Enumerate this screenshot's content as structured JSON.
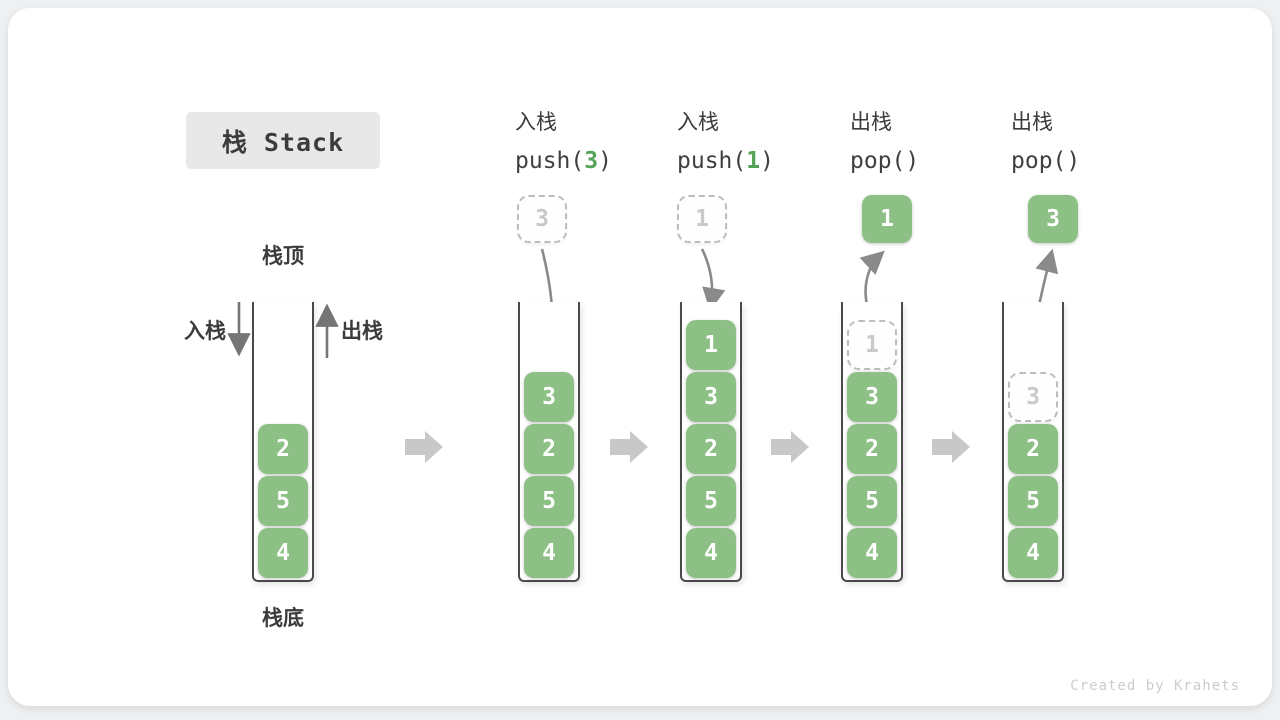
{
  "title": "栈 Stack",
  "watermark": "Created by Krahets",
  "first_stack": {
    "top_label": "栈顶",
    "bottom_label": "栈底",
    "push_side_label": "入栈",
    "pop_side_label": "出栈",
    "cells": [
      {
        "v": "2"
      },
      {
        "v": "5"
      },
      {
        "v": "4"
      }
    ]
  },
  "steps": [
    {
      "op": "push",
      "label_zh": "入栈",
      "code": {
        "prefix": "push(",
        "arg": "3",
        "suffix": ")"
      },
      "float": {
        "v": "3",
        "kind": "ghost"
      },
      "cells": [
        {
          "v": "3"
        },
        {
          "v": "2"
        },
        {
          "v": "5"
        },
        {
          "v": "4"
        }
      ]
    },
    {
      "op": "push",
      "label_zh": "入栈",
      "code": {
        "prefix": "push(",
        "arg": "1",
        "suffix": ")"
      },
      "float": {
        "v": "1",
        "kind": "ghost"
      },
      "cells": [
        {
          "v": "1"
        },
        {
          "v": "3"
        },
        {
          "v": "2"
        },
        {
          "v": "5"
        },
        {
          "v": "4"
        }
      ]
    },
    {
      "op": "pop",
      "label_zh": "出栈",
      "code": {
        "prefix": "pop(",
        "arg": "",
        "suffix": ")"
      },
      "float": {
        "v": "1",
        "kind": "solid"
      },
      "cells": [
        {
          "v": "1",
          "ghost": true
        },
        {
          "v": "3"
        },
        {
          "v": "2"
        },
        {
          "v": "5"
        },
        {
          "v": "4"
        }
      ]
    },
    {
      "op": "pop",
      "label_zh": "出栈",
      "code": {
        "prefix": "pop(",
        "arg": "",
        "suffix": ")"
      },
      "float": {
        "v": "3",
        "kind": "solid"
      },
      "cells": [
        {
          "v": "3",
          "ghost": true
        },
        {
          "v": "2"
        },
        {
          "v": "5"
        },
        {
          "v": "4"
        }
      ]
    }
  ],
  "colors": {
    "green": "#8CC084",
    "green_dark": "#55A356",
    "wall": "#4a4a4a",
    "arrow_gray": "#8a8a8a",
    "straight_arrow": "#757575",
    "block_arrow": "#c8c8c8",
    "text_dark": "#3c3c3c",
    "ghost": "#c9c9c9",
    "title_bg": "#e8e8e8",
    "watermark": "#cdcdcd"
  }
}
